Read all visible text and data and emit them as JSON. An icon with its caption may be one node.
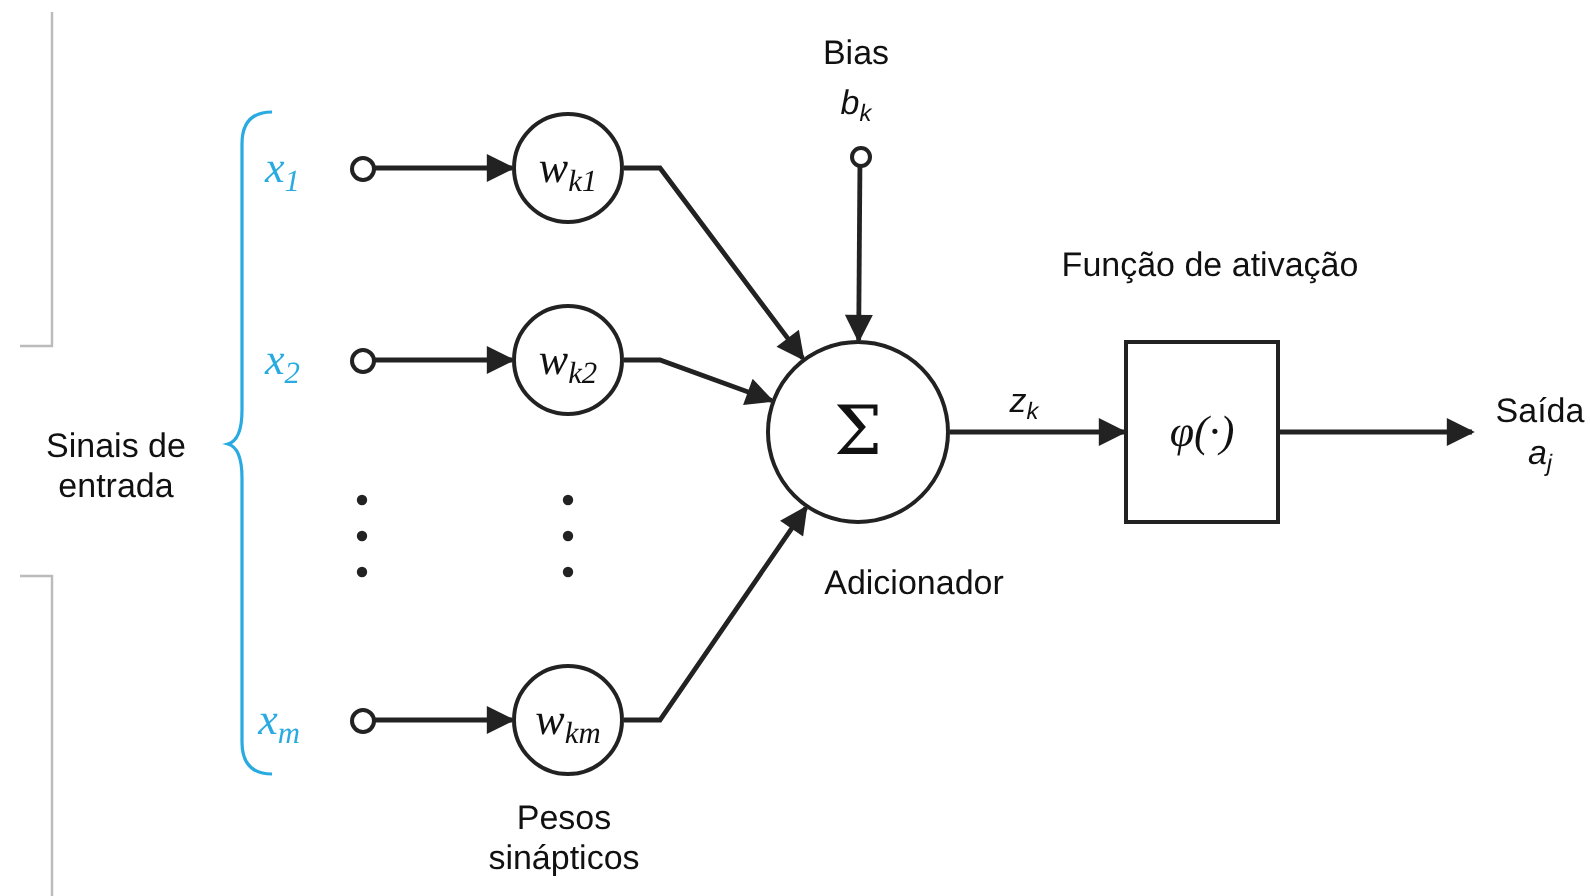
{
  "diagram": {
    "nodes": [
      {
        "text": [],
        "shape": "circle",
        "beside": [
          "x$_{1}$"
        ]
      },
      {
        "text": [
          "w$_{k1}$"
        ]
      },
      {
        "text": [],
        "shape": "circle",
        "beside": [
          "x$_{2}$"
        ]
      },
      {
        "text": [
          "w$_{k2}$"
        ]
      },
      {
        "text": [],
        "shape": "circle",
        "beside": [
          "x$_{m}$"
        ]
      },
      {
        "text": [
          "w$_{km}$"
        ]
      },
      {
        "text": [],
        "shape": "circle",
        "beside": [
          "Bias",
          "b$_{k}$"
        ]
      },
      {
        "text": [
          "Σ"
        ],
        "beside": [
          "Adicionador"
        ]
      },
      {
        "text": [
          "φ(·)"
        ],
        "beside": [
          "Função de ativação"
        ]
      },
      {
        "text": [
          "Saída",
          "a$_{j}$"
        ]
      }
    ],
    "edges": [
      {
        "from": 0,
        "to": 1,
        "arrow": "to"
      },
      {
        "from": 2,
        "to": 3,
        "arrow": "to"
      },
      {
        "from": 4,
        "to": 5,
        "arrow": "to"
      },
      {
        "from": 1,
        "to": 7,
        "arrow": "to"
      },
      {
        "from": 3,
        "to": 7,
        "arrow": "to"
      },
      {
        "from": 5,
        "to": 7,
        "arrow": "to"
      },
      {
        "from": 6,
        "to": 7,
        "arrow": "to"
      },
      {
        "from": 7,
        "to": 8,
        "arrow": "to",
        "label": "z$_{k}$"
      },
      {
        "from": 8,
        "to": 9,
        "arrow": "to"
      }
    ],
    "labels": [
      "Sinais de entrada",
      "Pesos sinápticos"
    ]
  }
}
